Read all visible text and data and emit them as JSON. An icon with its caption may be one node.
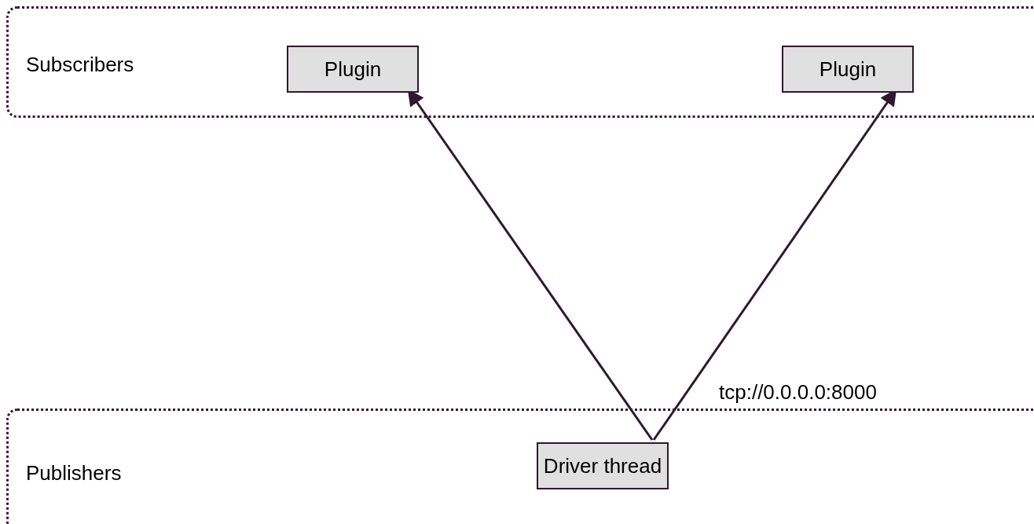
{
  "diagram": {
    "nodes": [
      {
        "text": [
          "Subscribers"
        ]
      },
      {
        "text": [
          "Plugin"
        ],
        "in": 0
      },
      {
        "text": [
          "Plugin"
        ],
        "in": 0
      },
      {
        "text": [
          "Publishers"
        ]
      },
      {
        "text": [
          "Driver thread"
        ],
        "in": 3,
        "beside": [
          "tcp://0.0.0.0:8000"
        ]
      }
    ],
    "edges": [
      {
        "from": 4,
        "to": 1,
        "arrow": "to"
      },
      {
        "from": 4,
        "to": 2,
        "arrow": "to"
      }
    ]
  }
}
